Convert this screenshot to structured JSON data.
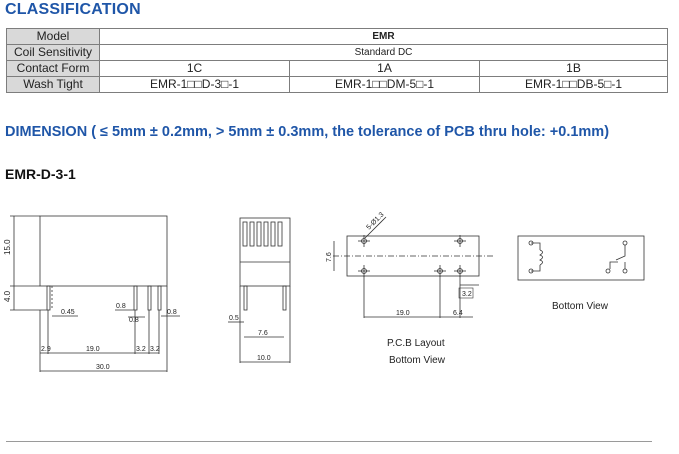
{
  "classification": {
    "heading": "CLASSIFICATION",
    "rows": {
      "model": {
        "label": "Model",
        "value": "EMR"
      },
      "coil": {
        "label": "Coil Sensitivity",
        "value": "Standard DC"
      },
      "contact": {
        "label": "Contact Form",
        "values": [
          "1C",
          "1A",
          "1B"
        ]
      },
      "wash": {
        "label": "Wash Tight",
        "values": [
          "EMR-1□□D-3□-1",
          "EMR-1□□DM-5□-1",
          "EMR-1□□DB-5□-1"
        ]
      }
    }
  },
  "dimension": {
    "heading": "DIMENSION ( ≤ 5mm ± 0.2mm, > 5mm ± 0.3mm, the tolerance of PCB thru hole: +0.1mm)",
    "model_title": "EMR-D-3-1"
  },
  "drawing": {
    "front": {
      "height": "15.0",
      "pin_len": "4.0",
      "pin_w": "0.45",
      "pin_a": "0.8",
      "pin_b": "0.8",
      "pin_c": "0.8",
      "edge": "2.9",
      "pitch_main": "19.0",
      "pitch_1": "3.2",
      "pitch_2": "3.2",
      "length": "30.0"
    },
    "side": {
      "pin_t": "0.5",
      "pin_span": "7.6",
      "width": "10.0"
    },
    "pcb": {
      "holes": "5-Ø1.3",
      "width": "7.6",
      "pitch_main": "19.0",
      "pitch_side": "6.4",
      "pitch_small": "3.2",
      "caption1": "P.C.B Layout",
      "caption2": "Bottom View"
    },
    "bottom": {
      "caption": "Bottom View"
    }
  }
}
